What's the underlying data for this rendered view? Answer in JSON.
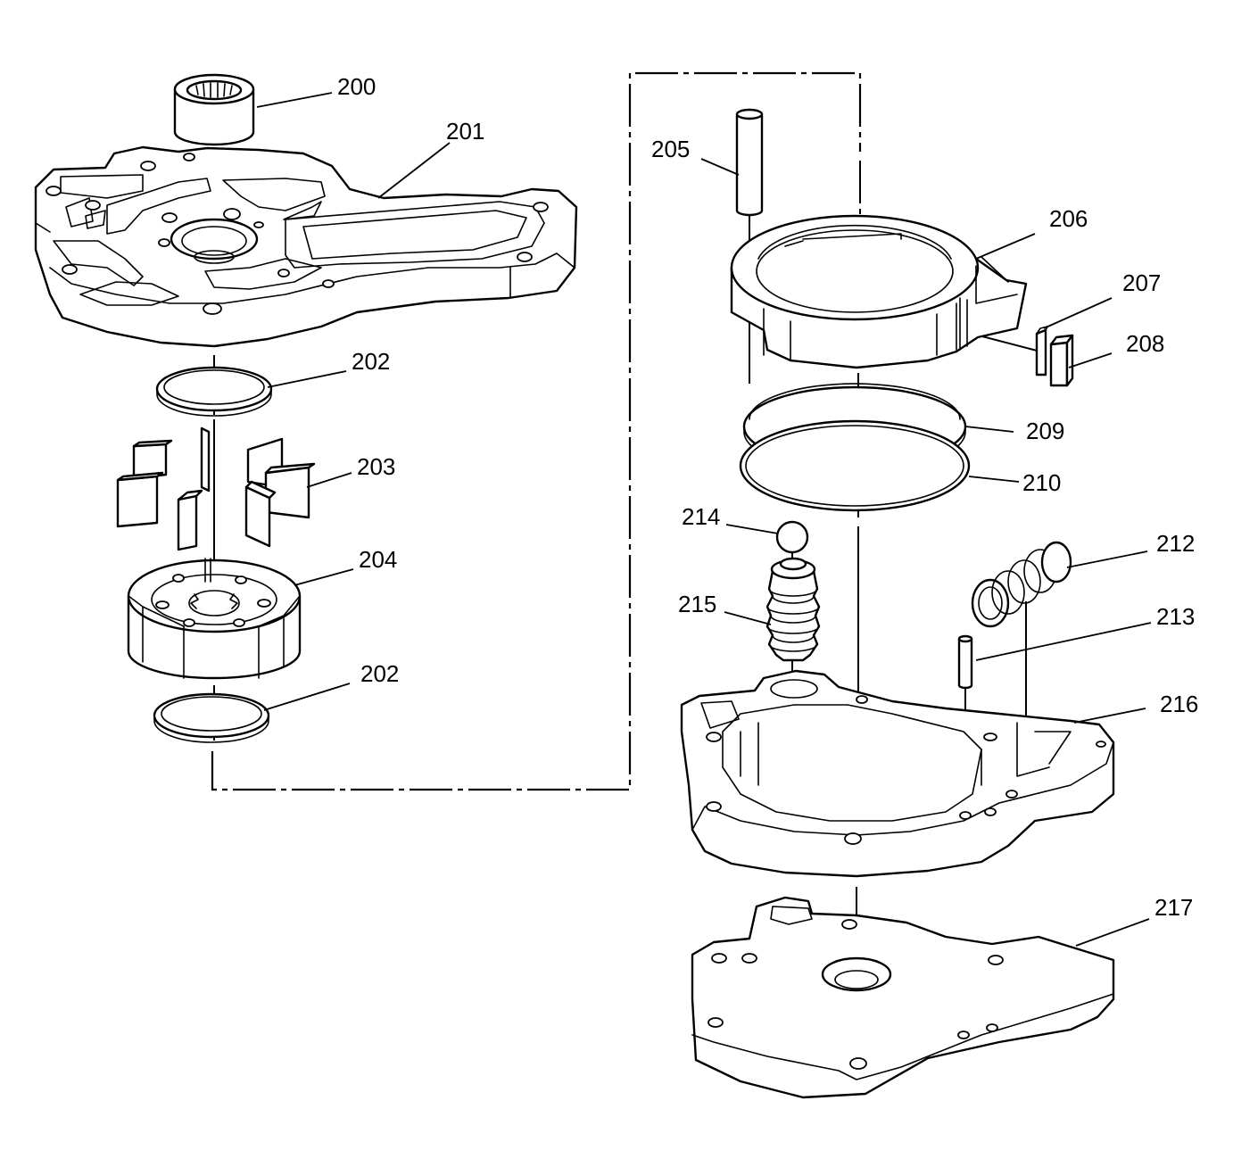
{
  "callouts": {
    "c200": "200",
    "c201": "201",
    "c202a": "202",
    "c203": "203",
    "c204": "204",
    "c202b": "202",
    "c205": "205",
    "c206": "206",
    "c207": "207",
    "c208": "208",
    "c209": "209",
    "c210": "210",
    "c212": "212",
    "c213": "213",
    "c214": "214",
    "c215": "215",
    "c216": "216",
    "c217": "217"
  }
}
